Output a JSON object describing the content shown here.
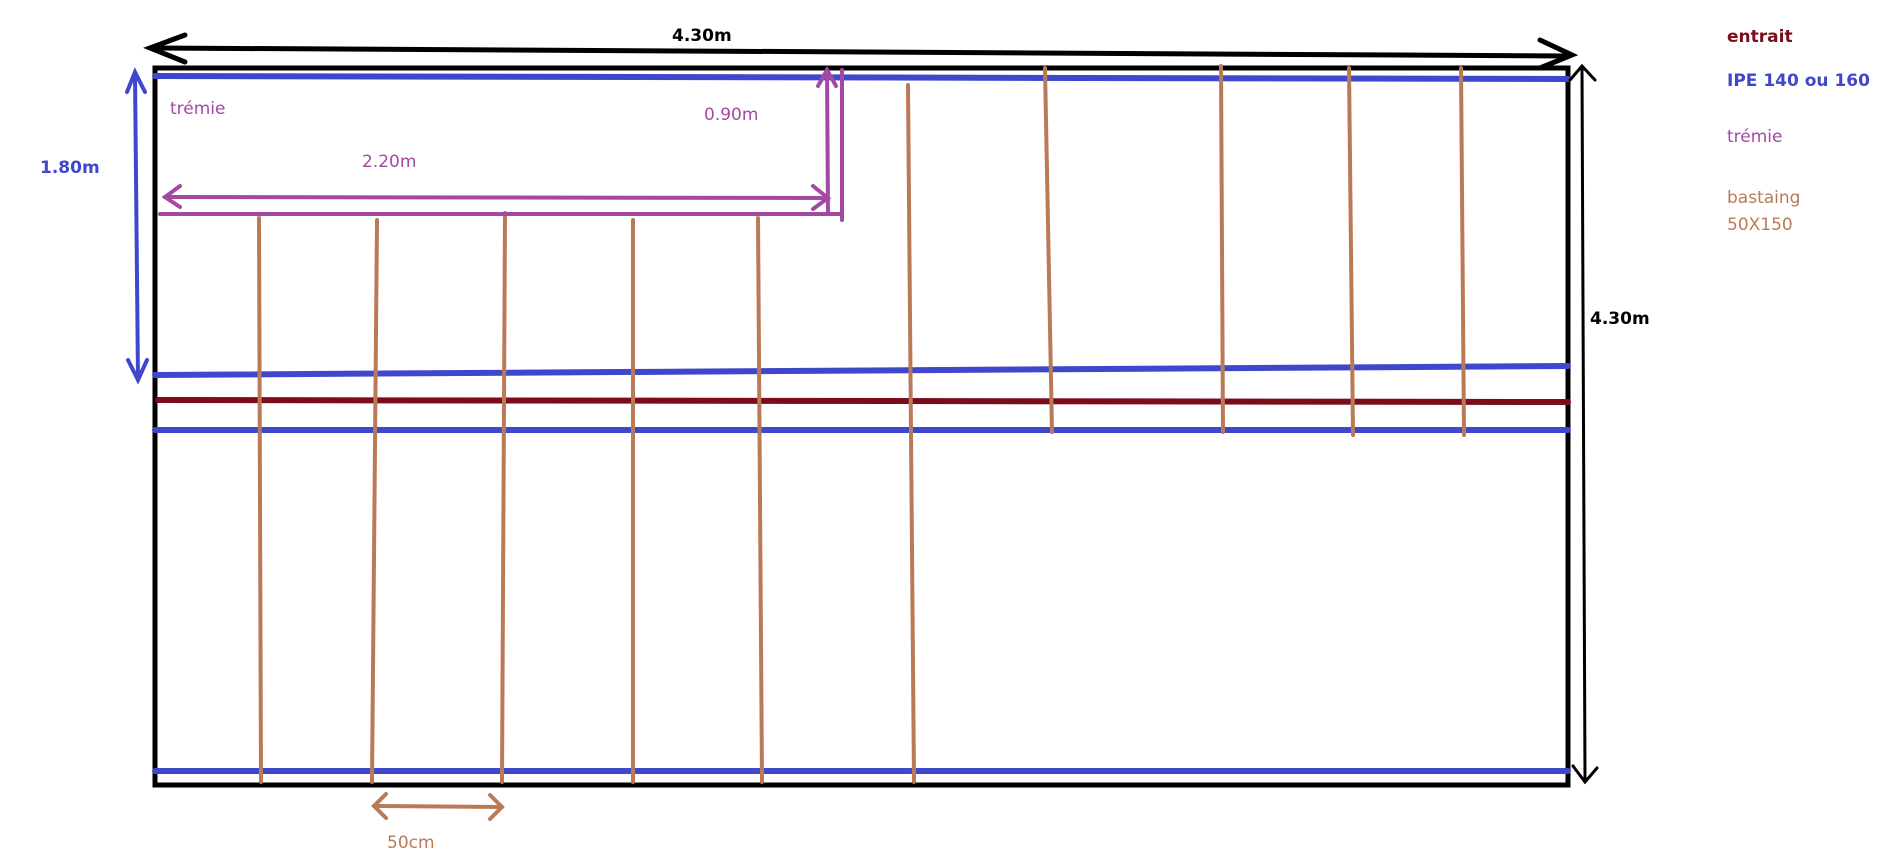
{
  "colors": {
    "frame": "#000000",
    "ipe": "#3f48cc",
    "entrait": "#7b0c1c",
    "tremie": "#a349a4",
    "bastaing": "#b97a57"
  },
  "dimensions": {
    "overall_width": "4.30m",
    "overall_height": "4.30m",
    "tremie_depth": "1.80m",
    "tremie_length": "2.20m",
    "tremie_width": "0.90m",
    "joist_spacing": "50cm"
  },
  "labels": {
    "tremie_zone": "trémie"
  },
  "legend": [
    {
      "label": "entrait",
      "color": "#7b0c1c",
      "bold": true
    },
    {
      "label": "IPE 140 ou 160",
      "color": "#3f48cc",
      "bold": true
    },
    {
      "label": "trémie",
      "color": "#a349a4",
      "bold": false
    },
    {
      "label": "bastaing",
      "color": "#b97a57",
      "bold": false
    },
    {
      "label": "50X150",
      "color": "#b97a57",
      "bold": false
    }
  ]
}
